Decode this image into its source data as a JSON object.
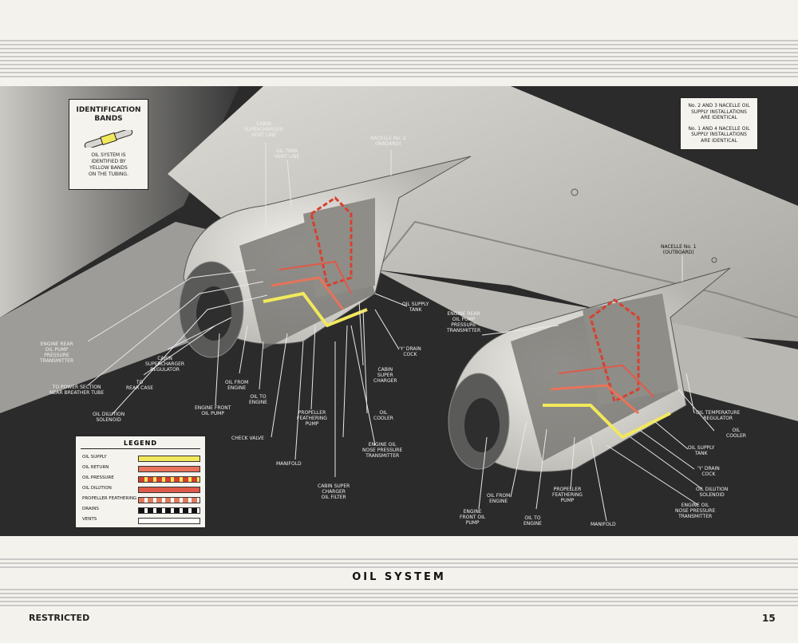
{
  "identification": {
    "title": "IDENTIFICATION\nBANDS",
    "description": "OIL SYSTEM IS\nIDENTIFIED BY\nYELLOW BANDS\nON THE TUBING."
  },
  "note": {
    "line1": "No. 2 AND 3 NACELLE OIL\nSUPPLY INSTALLATIONS\nARE IDENTICAL",
    "line2": "No. 1 AND 4 NACELLE OIL\nSUPPLY INSTALLATIONS\nARE IDENTICAL"
  },
  "labels": {
    "cabin_vent": "CABIN\nSUPERCHARGER\nVENT LINE",
    "oil_tank_vent": "OIL TANK\nVENT LINE",
    "nacelle2": "NACELLE No. 2\n(INBOARD)",
    "nacelle1": "NACELLE No. 1\n(OUTBOARD)",
    "l_oil_supply_tank": "OIL SUPPLY\nTANK",
    "l_engine_rear": "ENGINE REAR\nOIL PUMP\nPRESSURE\nTRANSMITTER",
    "l_y_drain": "'Y' DRAIN\nCOCK",
    "l_cabin_super": "CABIN\nSUPER\nCHARGER",
    "l_to_power": "TO POWER SECTION\nNEAR BREATHER TUBE",
    "l_to_rear": "TO\nREAR CASE",
    "l_cabin_reg": "CABIN\nSUPERCHARGER\nREGULATOR",
    "l_oil_from": "OIL FROM\nENGINE",
    "l_oil_to": "OIL TO\nENGINE",
    "l_engine_front": "ENGINE FRONT\nOIL PUMP",
    "l_oil_dilution": "OIL DILUTION\nSOLENOID",
    "l_prop_pump": "PROPELLER\nFEATHERING\nPUMP",
    "l_oil_cooler": "OIL\nCOOLER",
    "l_check_valve": "CHECK VALVE",
    "l_engine_nose": "ENGINE OIL\nNOSE PRESSURE\nTRANSMITTER",
    "l_manifold": "MANIFOLD",
    "l_cabin_filter": "CABIN SUPER\nCHARGER\nOIL FILTER",
    "r_engine_rear": "ENGINE REAR\nOIL PUMP\nPRESSURE\nTRANSMITTER",
    "r_oil_temp": "OIL TEMPERATURE\nREGULATOR",
    "r_oil_cooler": "OIL\nCOOLER",
    "r_oil_supply_tank": "OIL SUPPLY\nTANK",
    "r_y_drain": "'Y' DRAIN\nCOCK",
    "r_oil_dilution": "OIL DILUTION\nSOLENOID",
    "r_engine_nose": "ENGINE OIL\nNOSE PRESSURE\nTRANSMITTER",
    "r_prop_pump": "PROPELLER\nFEATHERING\nPUMP",
    "r_oil_from": "OIL FROM\nENGINE",
    "r_engine_front": "ENGINE\nFRONT OIL\nPUMP",
    "r_oil_to": "OIL TO\nENGINE",
    "r_manifold": "MANIFOLD"
  },
  "legend": {
    "title": "LEGEND",
    "items": [
      {
        "label": "OIL SUPPLY",
        "color": "#f2e85c",
        "pattern": "solid"
      },
      {
        "label": "OIL RETURN",
        "color": "#e8735a",
        "pattern": "solid"
      },
      {
        "label": "OIL PRESSURE",
        "color": "#d8402e",
        "pattern": "dashed-yellow"
      },
      {
        "label": "OIL DILUTION",
        "color": "#e05a4a",
        "pattern": "solid"
      },
      {
        "label": "PROPELLER FEATHERING",
        "color": "#e07a5a",
        "pattern": "dashed-white"
      },
      {
        "label": "DRAINS",
        "color": "#111111",
        "pattern": "dashed-white"
      },
      {
        "label": "VENTS",
        "color": "#ffffff",
        "pattern": "solid"
      }
    ]
  },
  "page": {
    "title": "OIL SYSTEM",
    "classification": "RESTRICTED",
    "number": "15"
  }
}
